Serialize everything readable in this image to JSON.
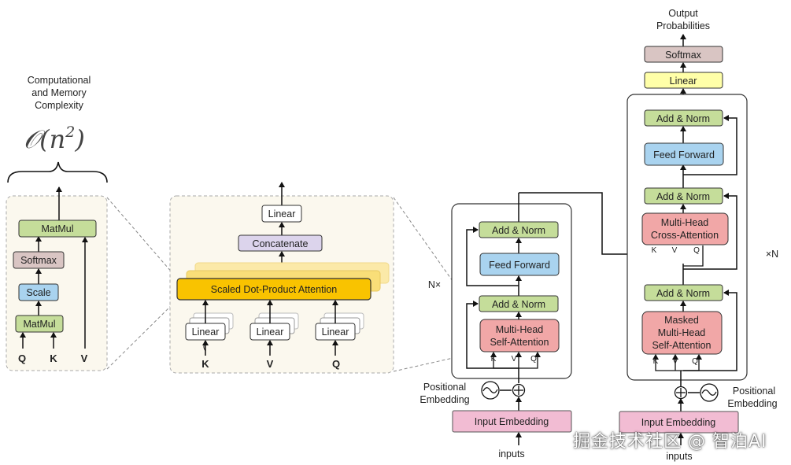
{
  "complexity": {
    "line1": "Computational",
    "line2": "and Memory",
    "line3": "Complexity",
    "formula_base": "𝒪(n",
    "formula_exp": "2",
    "formula_close": ")"
  },
  "sdpa": {
    "matmul_top": "MatMul",
    "softmax": "Softmax",
    "scale": "Scale",
    "matmul_bottom": "MatMul",
    "q": "Q",
    "k": "K",
    "v": "V"
  },
  "mha": {
    "linear_top": "Linear",
    "concatenate": "Concatenate",
    "attention": "Scaled Dot-Product Attention",
    "linear_k": "Linear",
    "linear_v": "Linear",
    "linear_q": "Linear",
    "k": "K",
    "v": "V",
    "q": "Q"
  },
  "encoder": {
    "add_norm_top": "Add & Norm",
    "feed_forward": "Feed Forward",
    "add_norm_bottom": "Add & Norm",
    "attention_line1": "Multi-Head",
    "attention_line2": "Self-Attention",
    "k": "K",
    "v": "V",
    "q": "Q",
    "repeat": "N×",
    "positional_line1": "Positional",
    "positional_line2": "Embedding",
    "input_embedding": "Input Embedding",
    "inputs": "inputs"
  },
  "decoder": {
    "output_line1": "Output",
    "output_line2": "Probabilities",
    "softmax": "Softmax",
    "linear": "Linear",
    "add_norm_3": "Add & Norm",
    "feed_forward": "Feed Forward",
    "add_norm_2": "Add & Norm",
    "cross_line1": "Multi-Head",
    "cross_line2": "Cross-Attention",
    "add_norm_1": "Add & Norm",
    "masked_line1": "Masked",
    "masked_line2": "Multi-Head",
    "masked_line3": "Self-Attention",
    "k": "K",
    "v": "V",
    "q": "Q",
    "repeat": "×N",
    "positional_line1": "Positional",
    "positional_line2": "Embedding",
    "input_embedding": "Input Embedding",
    "inputs": "inputs"
  },
  "watermark": "掘金技术社区 @ 智泊AI",
  "colors": {
    "green": "#c5dd9a",
    "yellow": "#ffffa8",
    "orange": "#f9c300",
    "blue": "#a9d3ef",
    "pink": "#f1a7a7",
    "lavender": "#dcd4ec",
    "mauve": "#d9c5c3",
    "embedding": "#f2bcd3",
    "panel": "#fbf8ee"
  }
}
